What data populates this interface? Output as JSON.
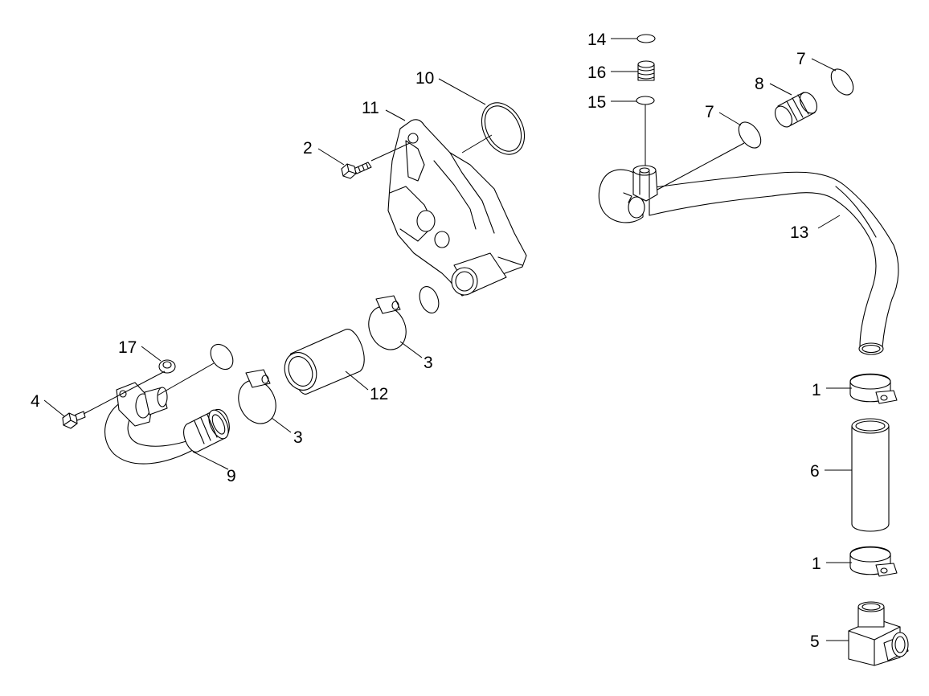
{
  "diagram": {
    "line_color": "#000000",
    "background": "#ffffff",
    "callouts": {
      "c1a": "1",
      "c1b": "1",
      "c2": "2",
      "c3a": "3",
      "c3b": "3",
      "c4": "4",
      "c5": "5",
      "c6": "6",
      "c7a": "7",
      "c7b": "7",
      "c8": "8",
      "c9": "9",
      "c10": "10",
      "c11": "11",
      "c12": "12",
      "c13": "13",
      "c14": "14",
      "c15": "15",
      "c16": "16",
      "c17": "17"
    }
  }
}
